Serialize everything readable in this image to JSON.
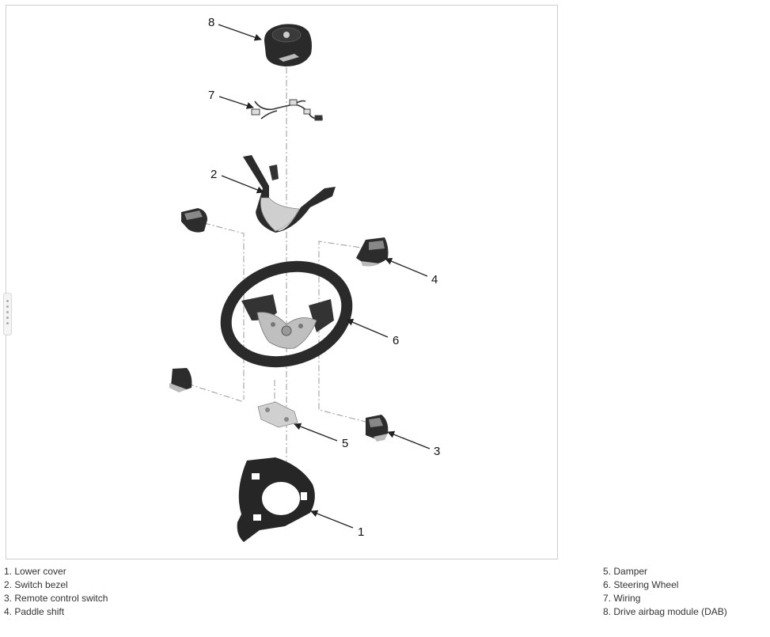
{
  "callouts": [
    "1",
    "2",
    "3",
    "4",
    "5",
    "6",
    "7",
    "8"
  ],
  "legend": {
    "left": [
      {
        "num": "1.",
        "label": "Lower cover"
      },
      {
        "num": "2.",
        "label": "Switch bezel"
      },
      {
        "num": "3.",
        "label": "Remote control switch"
      },
      {
        "num": "4.",
        "label": "Paddle shift"
      }
    ],
    "right": [
      {
        "num": "5.",
        "label": "Damper"
      },
      {
        "num": "6.",
        "label": "Steering Wheel"
      },
      {
        "num": "7.",
        "label": "Wiring"
      },
      {
        "num": "8.",
        "label": "Drive airbag module (DAB)"
      }
    ]
  },
  "colors": {
    "part_dark": "#2a2a2a",
    "part_silver": "#c8c8c8",
    "leader": "#222222",
    "guide": "#999999",
    "frame": "#cfcfcf"
  }
}
